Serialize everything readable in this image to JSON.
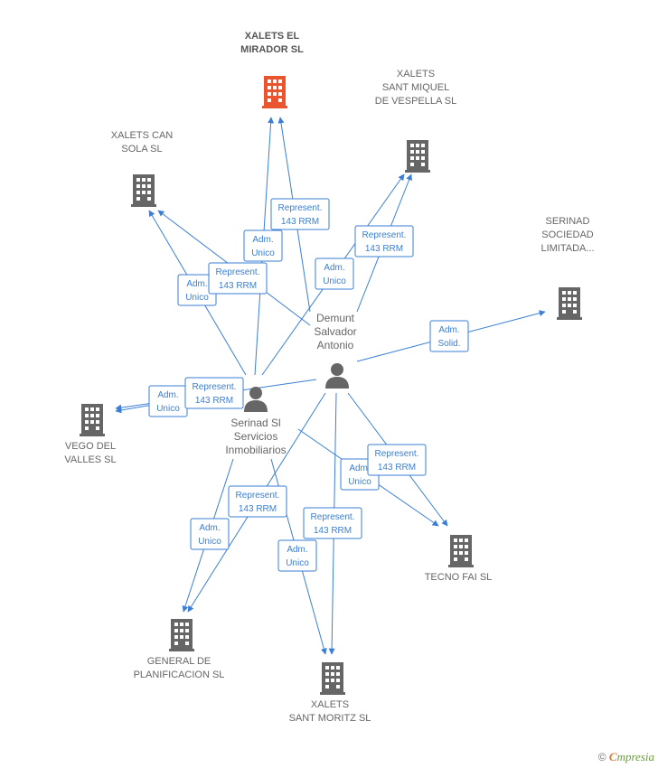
{
  "colors": {
    "edge": "#3a7fd5",
    "company": "#666666",
    "main_company": "#e8552f",
    "person": "#666666"
  },
  "companies": [
    {
      "id": "xalets-el-mirador",
      "label": [
        "XALETS EL",
        "MIRADOR SL"
      ],
      "main": true
    },
    {
      "id": "xalets-sant-miquel",
      "label": [
        "XALETS",
        "SANT MIQUEL",
        "DE VESPELLA SL"
      ]
    },
    {
      "id": "xalets-can-sola",
      "label": [
        "XALETS CAN",
        "SOLA SL"
      ]
    },
    {
      "id": "serinad-sociedad",
      "label": [
        "SERINAD",
        "SOCIEDAD",
        "LIMITADA..."
      ]
    },
    {
      "id": "vego-del-valles",
      "label": [
        "VEGO DEL",
        "VALLES SL"
      ]
    },
    {
      "id": "tecno-fai",
      "label": [
        "TECNO FAI SL"
      ]
    },
    {
      "id": "general-planificacion",
      "label": [
        "GENERAL DE",
        "PLANIFICACION SL"
      ]
    },
    {
      "id": "xalets-sant-moritz",
      "label": [
        "XALETS",
        "SANT MORITZ SL"
      ]
    }
  ],
  "persons": [
    {
      "id": "demunt",
      "label": [
        "Demunt",
        "Salvador",
        "Antonio"
      ]
    },
    {
      "id": "serinad-si",
      "label": [
        "Serinad Sl",
        "Servicios",
        "Inmobiliarios"
      ]
    }
  ],
  "edge_labels": [
    {
      "id": "rep-mirador",
      "lines": [
        "Represent.",
        "143 RRM"
      ]
    },
    {
      "id": "adm-mirador",
      "lines": [
        "Adm.",
        "Unico"
      ]
    },
    {
      "id": "rep-miquel",
      "lines": [
        "Represent.",
        "143 RRM"
      ]
    },
    {
      "id": "adm-miquel",
      "lines": [
        "Adm.",
        "Unico"
      ]
    },
    {
      "id": "adm-cansola",
      "lines": [
        "Adm.",
        "Unico"
      ]
    },
    {
      "id": "rep-cansola",
      "lines": [
        "Represent.",
        "143 RRM"
      ]
    },
    {
      "id": "adm-serinadsoc",
      "lines": [
        "Adm.",
        "Solid."
      ]
    },
    {
      "id": "adm-vego",
      "lines": [
        "Adm.",
        "Unico"
      ]
    },
    {
      "id": "rep-vego",
      "lines": [
        "Represent.",
        "143 RRM"
      ]
    },
    {
      "id": "adm-tecno",
      "lines": [
        "Adm.",
        "Unico"
      ]
    },
    {
      "id": "rep-tecno",
      "lines": [
        "Represent.",
        "143 RRM"
      ]
    },
    {
      "id": "rep-general",
      "lines": [
        "Represent.",
        "143 RRM"
      ]
    },
    {
      "id": "adm-general",
      "lines": [
        "Adm.",
        "Unico"
      ]
    },
    {
      "id": "rep-moritz",
      "lines": [
        "Represent.",
        "143 RRM"
      ]
    },
    {
      "id": "adm-moritz",
      "lines": [
        "Adm.",
        "Unico"
      ]
    }
  ],
  "footer": {
    "copyright": "©",
    "brand_first": "C",
    "brand_rest": "mpresia"
  }
}
